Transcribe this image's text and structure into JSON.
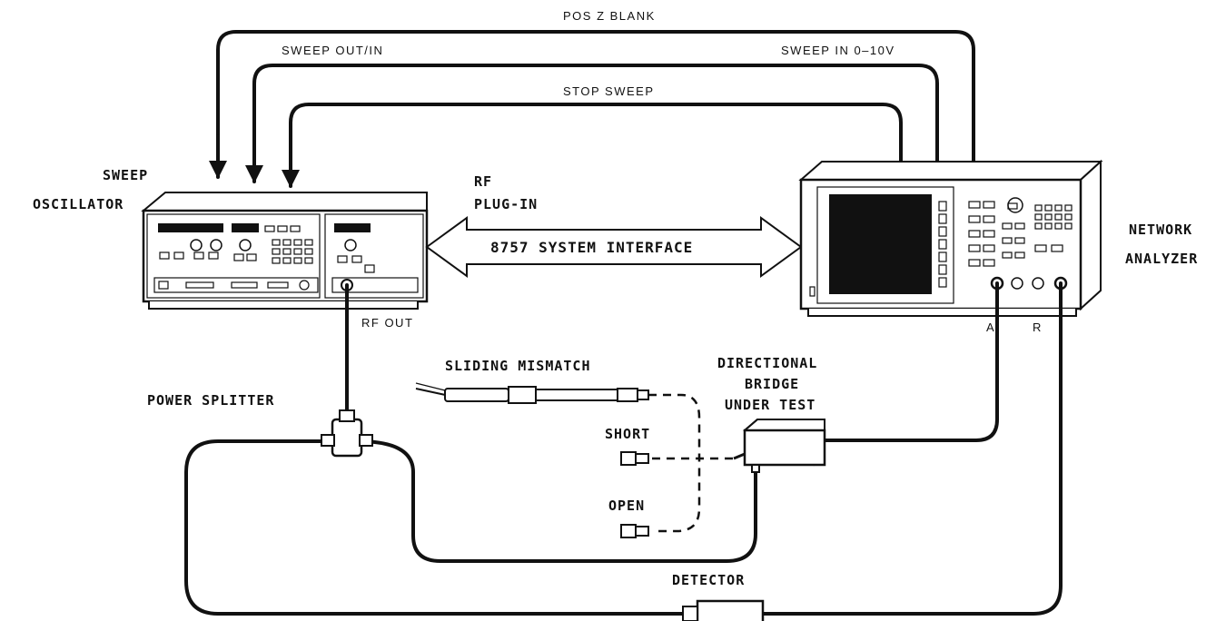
{
  "instruments": {
    "sweep_oscillator": {
      "line1": "SWEEP",
      "line2": "OSCILLATOR"
    },
    "rf_plugin": {
      "line1": "RF",
      "line2": "PLUG-IN"
    },
    "network_analyzer": {
      "line1": "NETWORK",
      "line2": "ANALYZER"
    }
  },
  "connections": {
    "pos_z_blank": "POS Z BLANK",
    "sweep_out_in": "SWEEP OUT/IN",
    "sweep_in": "SWEEP IN 0–10V",
    "stop_sweep": "STOP SWEEP",
    "system_interface": "8757 SYSTEM INTERFACE",
    "rf_out": "RF OUT",
    "port_a": "A",
    "port_r": "R"
  },
  "components": {
    "power_splitter": "POWER SPLITTER",
    "sliding_mismatch": "SLIDING MISMATCH",
    "directional_bridge": {
      "line1": "DIRECTIONAL",
      "line2": "BRIDGE",
      "line3": "UNDER TEST"
    },
    "short": "SHORT",
    "open": "OPEN",
    "detector": "DETECTOR"
  }
}
